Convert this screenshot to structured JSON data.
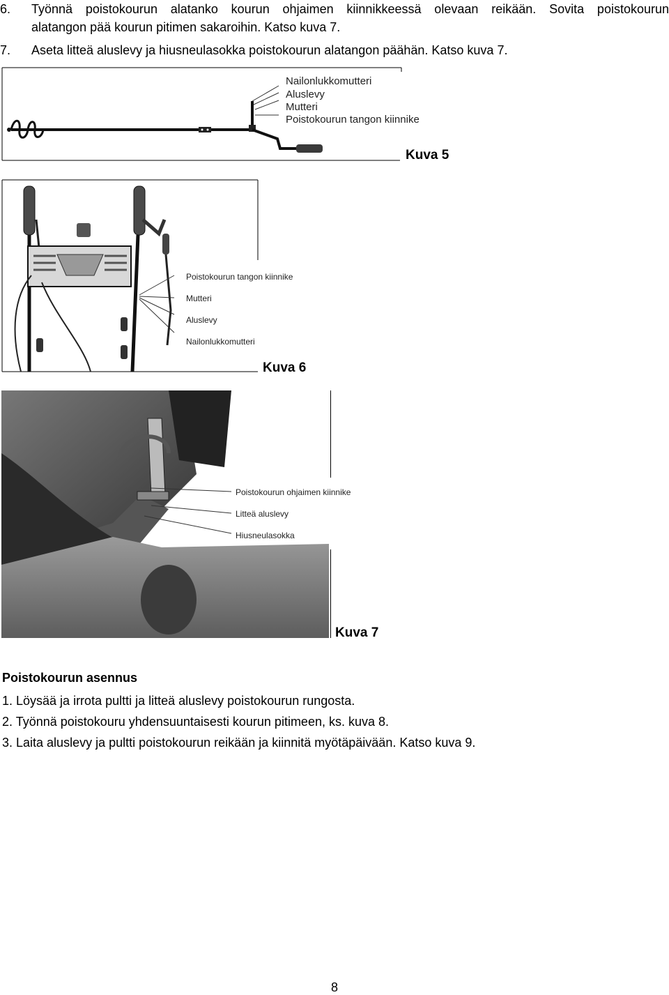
{
  "steps": [
    {
      "number": "6.",
      "line1": "Työnnä poistokourun alatanko kourun ohjaimen kiinnikkeessä olevaan reikään. Sovita poistokourun",
      "line2": "alatangon pää kourun pitimen sakaroihin. Katso kuva 7."
    },
    {
      "number": "7.",
      "line1": "Aseta litteä aluslevy ja hiusneulasokka poistokourun alatangon päähän. Katso kuva 7."
    }
  ],
  "figures": [
    {
      "caption": "Kuva 5",
      "callouts": [
        "Nailonlukkomutteri",
        "Aluslevy",
        "Mutteri",
        "Poistokourun tangon kiinnike"
      ]
    },
    {
      "caption": "Kuva 6",
      "callouts": [
        "Poistokourun tangon kiinnike",
        "Mutteri",
        "Aluslevy",
        "Nailonlukkomutteri"
      ]
    },
    {
      "caption": "Kuva 7",
      "callouts": [
        "Poistokourun ohjaimen kiinnike",
        "Litteä aluslevy",
        "Hiusneulasokka"
      ]
    }
  ],
  "section": {
    "heading": "Poistokourun asennus",
    "items": [
      "1. Löysää ja irrota pultti ja litteä aluslevy poistokourun rungosta.",
      "2. Työnnä poistokouru yhdensuuntaisesti kourun pitimeen, ks. kuva 8.",
      "3. Laita aluslevy ja pultti poistokourun reikään ja kiinnitä myötäpäivään. Katso kuva 9."
    ]
  },
  "page_number": "8"
}
